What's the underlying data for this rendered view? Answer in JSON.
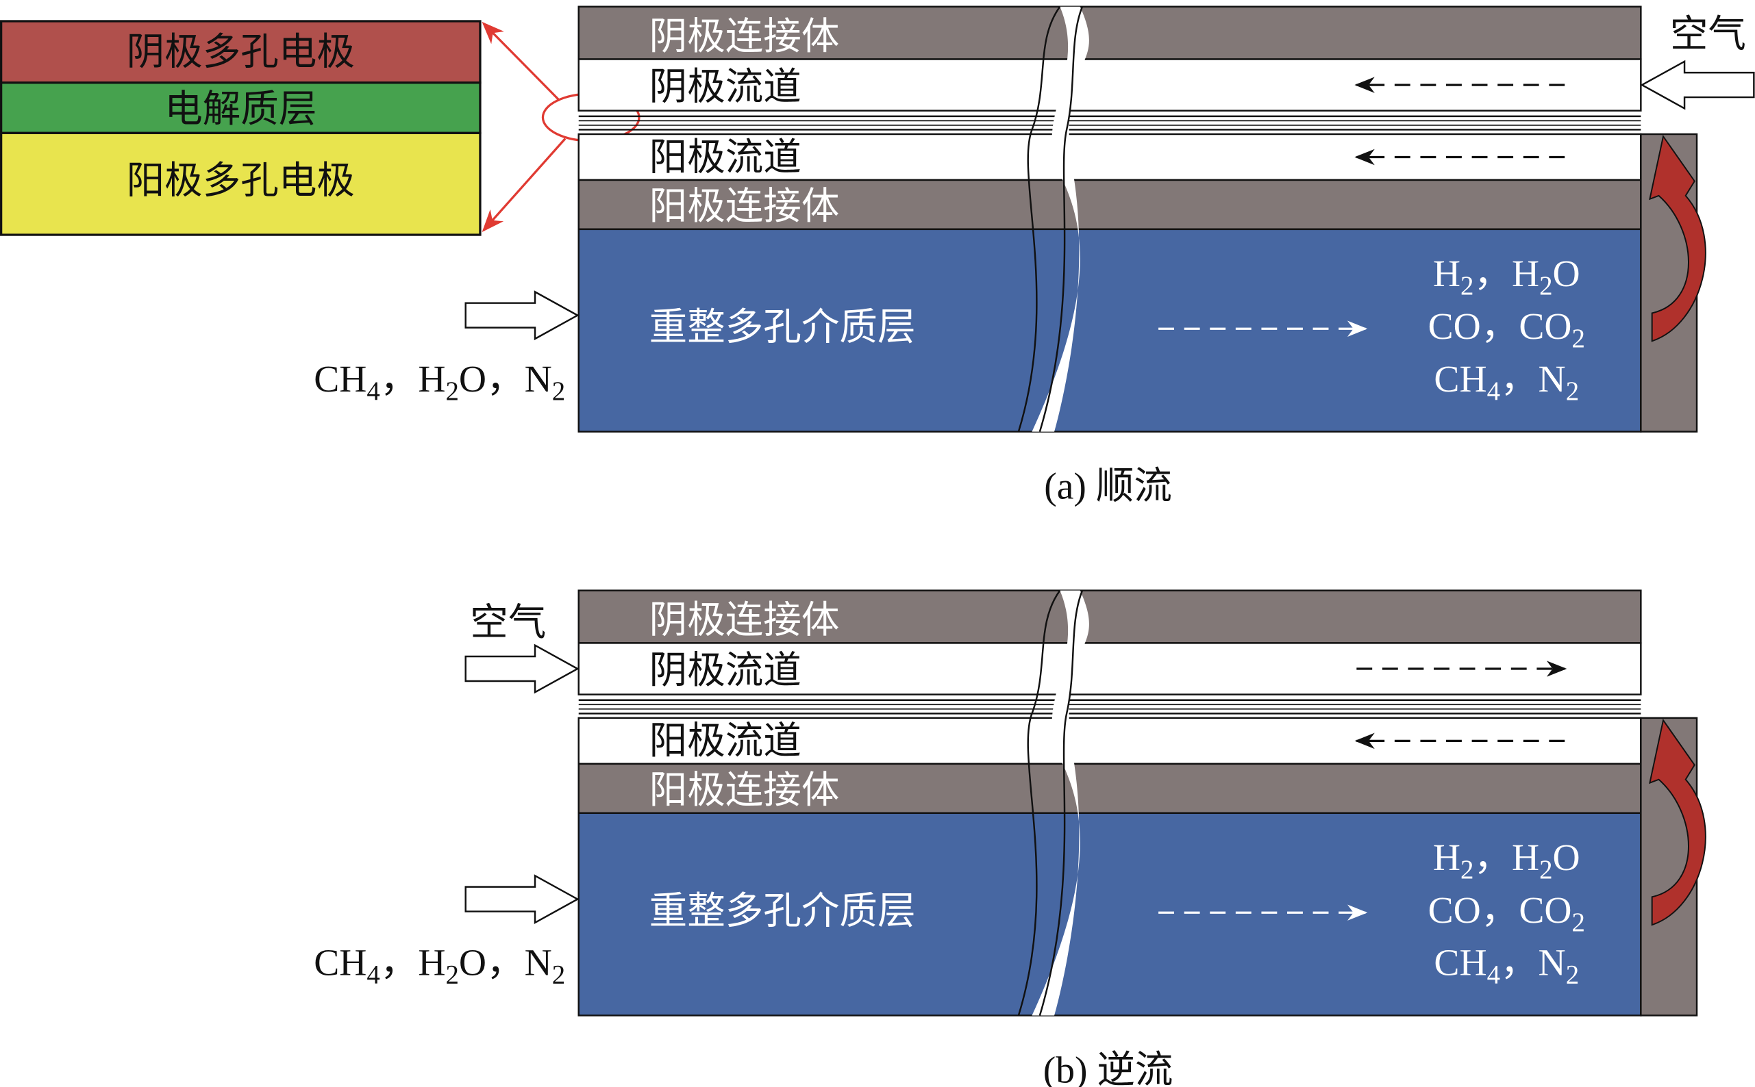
{
  "colors": {
    "cathode_electrode": "#B0504C",
    "electrolyte": "#46A24E",
    "anode_electrode": "#E8E44E",
    "interconnect": "#827877",
    "channel": "#FFFFFF",
    "reforming": "#4767A2",
    "return_arrow": "#B0312C",
    "callout": "#E03A32"
  },
  "legend": {
    "cathode_electrode": "阴极多孔电极",
    "electrolyte": "电解质层",
    "anode_electrode": "阳极多孔电极"
  },
  "panels": [
    {
      "caption": "(a) 顺流",
      "layers": {
        "cathode_interconnect": "阴极连接体",
        "cathode_channel": "阴极流道",
        "anode_channel": "阳极流道",
        "anode_interconnect": "阳极连接体",
        "reforming_layer": "重整多孔介质层"
      },
      "air_label": "空气",
      "air_inlet_side": "right",
      "cathode_flow_direction": "left",
      "anode_flow_direction": "left",
      "reforming_flow_direction": "right",
      "inlet_gases": {
        "a": "CH",
        "a_sub": "4",
        "b": "，H",
        "b_sub": "2",
        "c": "O，N",
        "c_sub": "2"
      },
      "outlet_gases": {
        "line1": {
          "a": "H",
          "a_sub": "2",
          "b": "，H",
          "b_sub": "2",
          "c": "O"
        },
        "line2": {
          "a": "CO，CO",
          "a_sub": "2"
        },
        "line3": {
          "a": "CH",
          "a_sub": "4",
          "b": "，N",
          "b_sub": "2"
        }
      }
    },
    {
      "caption": "(b) 逆流",
      "layers": {
        "cathode_interconnect": "阴极连接体",
        "cathode_channel": "阴极流道",
        "anode_channel": "阳极流道",
        "anode_interconnect": "阳极连接体",
        "reforming_layer": "重整多孔介质层"
      },
      "air_label": "空气",
      "air_inlet_side": "left",
      "cathode_flow_direction": "right",
      "anode_flow_direction": "left",
      "reforming_flow_direction": "right",
      "inlet_gases": {
        "a": "CH",
        "a_sub": "4",
        "b": "，H",
        "b_sub": "2",
        "c": "O，N",
        "c_sub": "2"
      },
      "outlet_gases": {
        "line1": {
          "a": "H",
          "a_sub": "2",
          "b": "，H",
          "b_sub": "2",
          "c": "O"
        },
        "line2": {
          "a": "CO，CO",
          "a_sub": "2"
        },
        "line3": {
          "a": "CH",
          "a_sub": "4",
          "b": "，N",
          "b_sub": "2"
        }
      }
    }
  ]
}
